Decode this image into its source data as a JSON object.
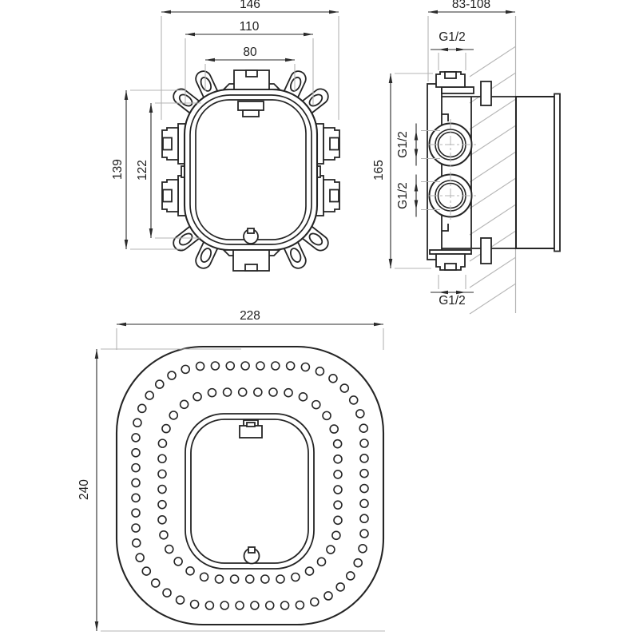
{
  "front_view": {
    "width_total": "146",
    "width_mounting": "110",
    "width_inner": "80",
    "height_total": "139",
    "height_inner": "122"
  },
  "side_view": {
    "depth_range": "83-108",
    "height_total": "165",
    "thread_top": "G1/2",
    "thread_upper": "G1/2",
    "thread_lower": "G1/2",
    "thread_bottom": "G1/2"
  },
  "bottom_view": {
    "width": "228",
    "height": "240"
  },
  "colors": {
    "line": "#252525",
    "dimension": "#2b2b2b",
    "extension": "#b4b4b4",
    "hatch": "#b6b6b6"
  }
}
